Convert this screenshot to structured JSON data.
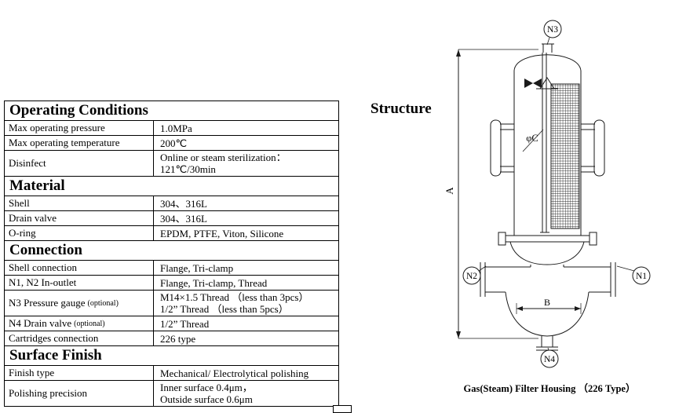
{
  "spec_table": {
    "sections": [
      {
        "title": "Operating Conditions",
        "rows": [
          {
            "label": "Max operating pressure",
            "values": [
              "1.0MPa"
            ]
          },
          {
            "label": "Max operating temperature",
            "values": [
              "200℃"
            ]
          },
          {
            "label": "Disinfect",
            "values": [
              "Online or steam sterilization：",
              "121℃/30min"
            ]
          }
        ]
      },
      {
        "title": "Material",
        "rows": [
          {
            "label": "Shell",
            "values": [
              "304、316L"
            ]
          },
          {
            "label": "Drain valve",
            "values": [
              "304、316L"
            ]
          },
          {
            "label": "O-ring",
            "values": [
              "EPDM, PTFE, Viton, Silicone"
            ]
          }
        ]
      },
      {
        "title": "Connection",
        "rows": [
          {
            "label": "Shell connection",
            "values": [
              "Flange, Tri-clamp"
            ]
          },
          {
            "label": "N1, N2 In-outlet",
            "values": [
              "Flange, Tri-clamp, Thread"
            ]
          },
          {
            "label": "N3 Pressure gauge",
            "label_suffix": "(optional)",
            "values": [
              "M14×1.5 Thread （less than 3pcs）",
              "1/2” Thread （less than 5pcs）"
            ]
          },
          {
            "label": "N4 Drain valve",
            "label_suffix": "(optional)",
            "values": [
              "1/2” Thread"
            ]
          },
          {
            "label": "Cartridges connection",
            "values": [
              "226 type"
            ]
          }
        ]
      },
      {
        "title": "Surface Finish",
        "rows": [
          {
            "label": "Finish type",
            "values": [
              "Mechanical/ Electrolytical polishing"
            ]
          },
          {
            "label": "Polishing precision",
            "values": [
              "Inner surface 0.4μm，",
              "Outside surface 0.6μm"
            ]
          }
        ]
      }
    ]
  },
  "structure": {
    "title": "Structure",
    "caption": "Gas(Steam) Filter Housing （226 Type）",
    "labels": {
      "n1": "N1",
      "n2": "N2",
      "n3": "N3",
      "n4": "N4",
      "dim_a": "A",
      "dim_b": "B",
      "dim_c": "φC"
    }
  }
}
